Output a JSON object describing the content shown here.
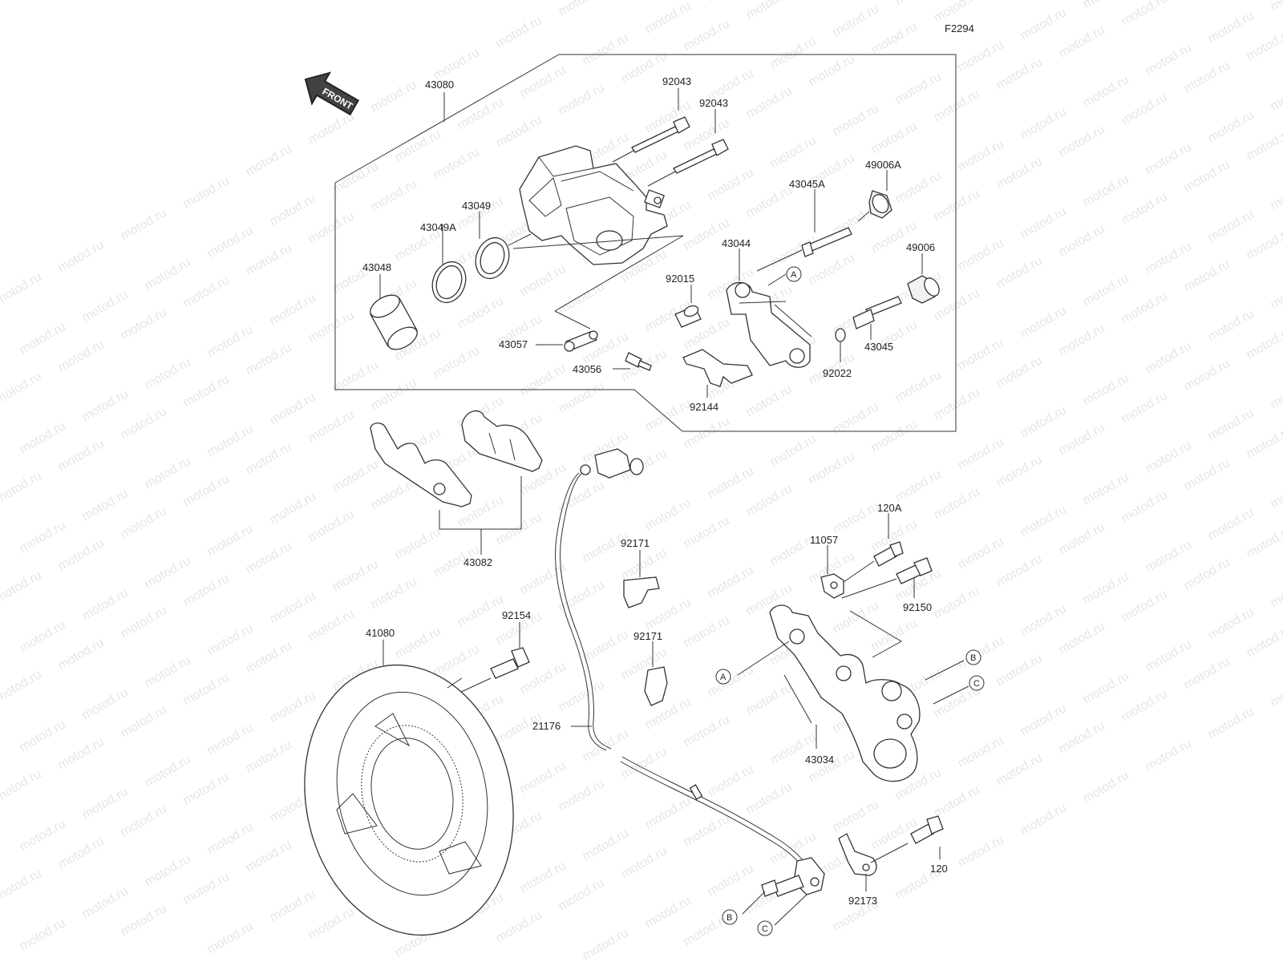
{
  "diagram": {
    "code": "F2294",
    "front_label": "FRONT",
    "watermark": "motod.ru",
    "parts": {
      "p43080": "43080",
      "p92043a": "92043",
      "p92043b": "92043",
      "p49006A": "49006A",
      "p43045A": "43045A",
      "p43049": "43049",
      "p43049A": "43049A",
      "p43044": "43044",
      "p49006": "49006",
      "p43048": "43048",
      "p92015": "92015",
      "p43057": "43057",
      "p43056": "43056",
      "p43045": "43045",
      "p92022": "92022",
      "p92144": "92144",
      "p43082": "43082",
      "p120A": "120A",
      "p11057": "11057",
      "p92171a": "92171",
      "p92150": "92150",
      "p92154": "92154",
      "p92171b": "92171",
      "p41080": "41080",
      "p21176": "21176",
      "p43034": "43034",
      "p120": "120",
      "p92173": "92173"
    },
    "markers": {
      "a1": "A",
      "a2": "A",
      "b1": "B",
      "b2": "B",
      "c1": "C",
      "c2": "C"
    }
  }
}
